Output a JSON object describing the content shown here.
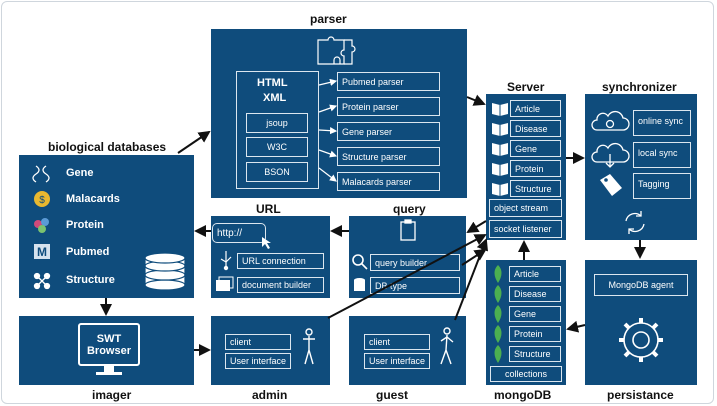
{
  "labels": {
    "parser": "parser",
    "biological_databases": "biological databases",
    "server": "Server",
    "synchronizer": "synchronizer",
    "url": "URL",
    "query": "query",
    "imager": "imager",
    "admin": "admin",
    "guest": "guest",
    "mongodb": "mongoDB",
    "persistance": "persistance"
  },
  "parser": {
    "format_line1": "HTML",
    "format_line2": "XML",
    "libs": [
      "jsoup",
      "W3C",
      "BSON"
    ],
    "parsers": [
      "Pubmed parser",
      "Protein parser",
      "Gene parser",
      "Structure parser",
      "Malacards parser"
    ]
  },
  "bio_db": {
    "items": [
      "Gene",
      "Malacards",
      "Protein",
      "Pubmed",
      "Structure"
    ]
  },
  "server": {
    "items": [
      "Article",
      "Disease",
      "Gene",
      "Protein",
      "Structure"
    ],
    "object_stream": "object stream",
    "socket_listener": "socket listener"
  },
  "synchronizer": {
    "items": [
      "online sync",
      "local sync",
      "Tagging"
    ]
  },
  "url_panel": {
    "http": "http://",
    "url_connection": "URL connection",
    "document_builder": "document builder"
  },
  "query_panel": {
    "query_builder": "query builder",
    "db_type": "DB type"
  },
  "imager": {
    "line1": "SWT",
    "line2": "Browser"
  },
  "admin": {
    "client": "client",
    "ui": "User interface"
  },
  "guest": {
    "client": "client",
    "ui": "User interface"
  },
  "mongodb": {
    "items": [
      "Article",
      "Disease",
      "Gene",
      "Protein",
      "Structure"
    ],
    "collections": "collections"
  },
  "persistance": {
    "agent": "MongoDB agent"
  },
  "colors": {
    "panel": "#0f4c7c",
    "border": "#dbe6ef",
    "leaf": "#4caf50"
  }
}
